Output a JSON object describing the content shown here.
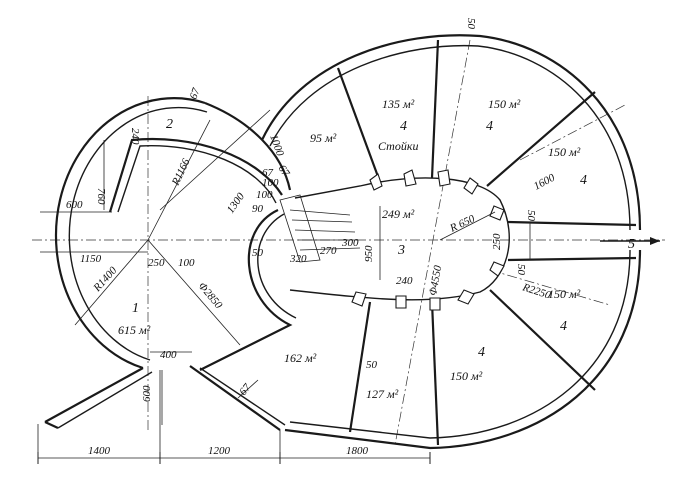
{
  "rooms": {
    "r1_number": "1",
    "r1_area": "615 м²",
    "r2_number": "2",
    "r3_number": "3",
    "r3_area": "249 м²",
    "r5_number": "5",
    "r4a_number": "4",
    "r4a_area": "135 м²",
    "r4b_number": "4",
    "r4b_area": "150 м²",
    "r4c_number": "4",
    "r4c_area": "150 м²",
    "r4d_number": "4",
    "r4d_area": "150 м²",
    "r4e_number": "4",
    "r4e_area": "150 м²",
    "r_95_area": "95 м²",
    "r_162_area": "162 м²",
    "r_127_area": "127 м²",
    "columns_label": "Стойки"
  },
  "dims": {
    "d1400": "1400",
    "d1200": "1200",
    "d1800": "1800",
    "d600h": "600",
    "d1150": "1150",
    "d250a": "250",
    "d100a": "100",
    "d400": "400",
    "d600v": "600",
    "d760": "760",
    "d240a": "240",
    "d67a": "67",
    "d1000": "1000",
    "d67b": "67",
    "d67c": "67",
    "d1300": "1300",
    "d100b": "100",
    "d100c": "100",
    "d90": "90",
    "d50a": "50",
    "d320": "320",
    "d270": "270",
    "d300": "300",
    "d950": "950",
    "d240b": "240",
    "d50b": "50",
    "d50c": "50",
    "d50d": "50",
    "d50e": "50",
    "d250b": "250",
    "d67d": "67",
    "r1166": "R1166",
    "r1400": "R1400",
    "phi2850": "Φ2850",
    "r650": "R 650",
    "phi4550": "Φ4550",
    "r2250": "R2250",
    "d1600": "1600"
  }
}
